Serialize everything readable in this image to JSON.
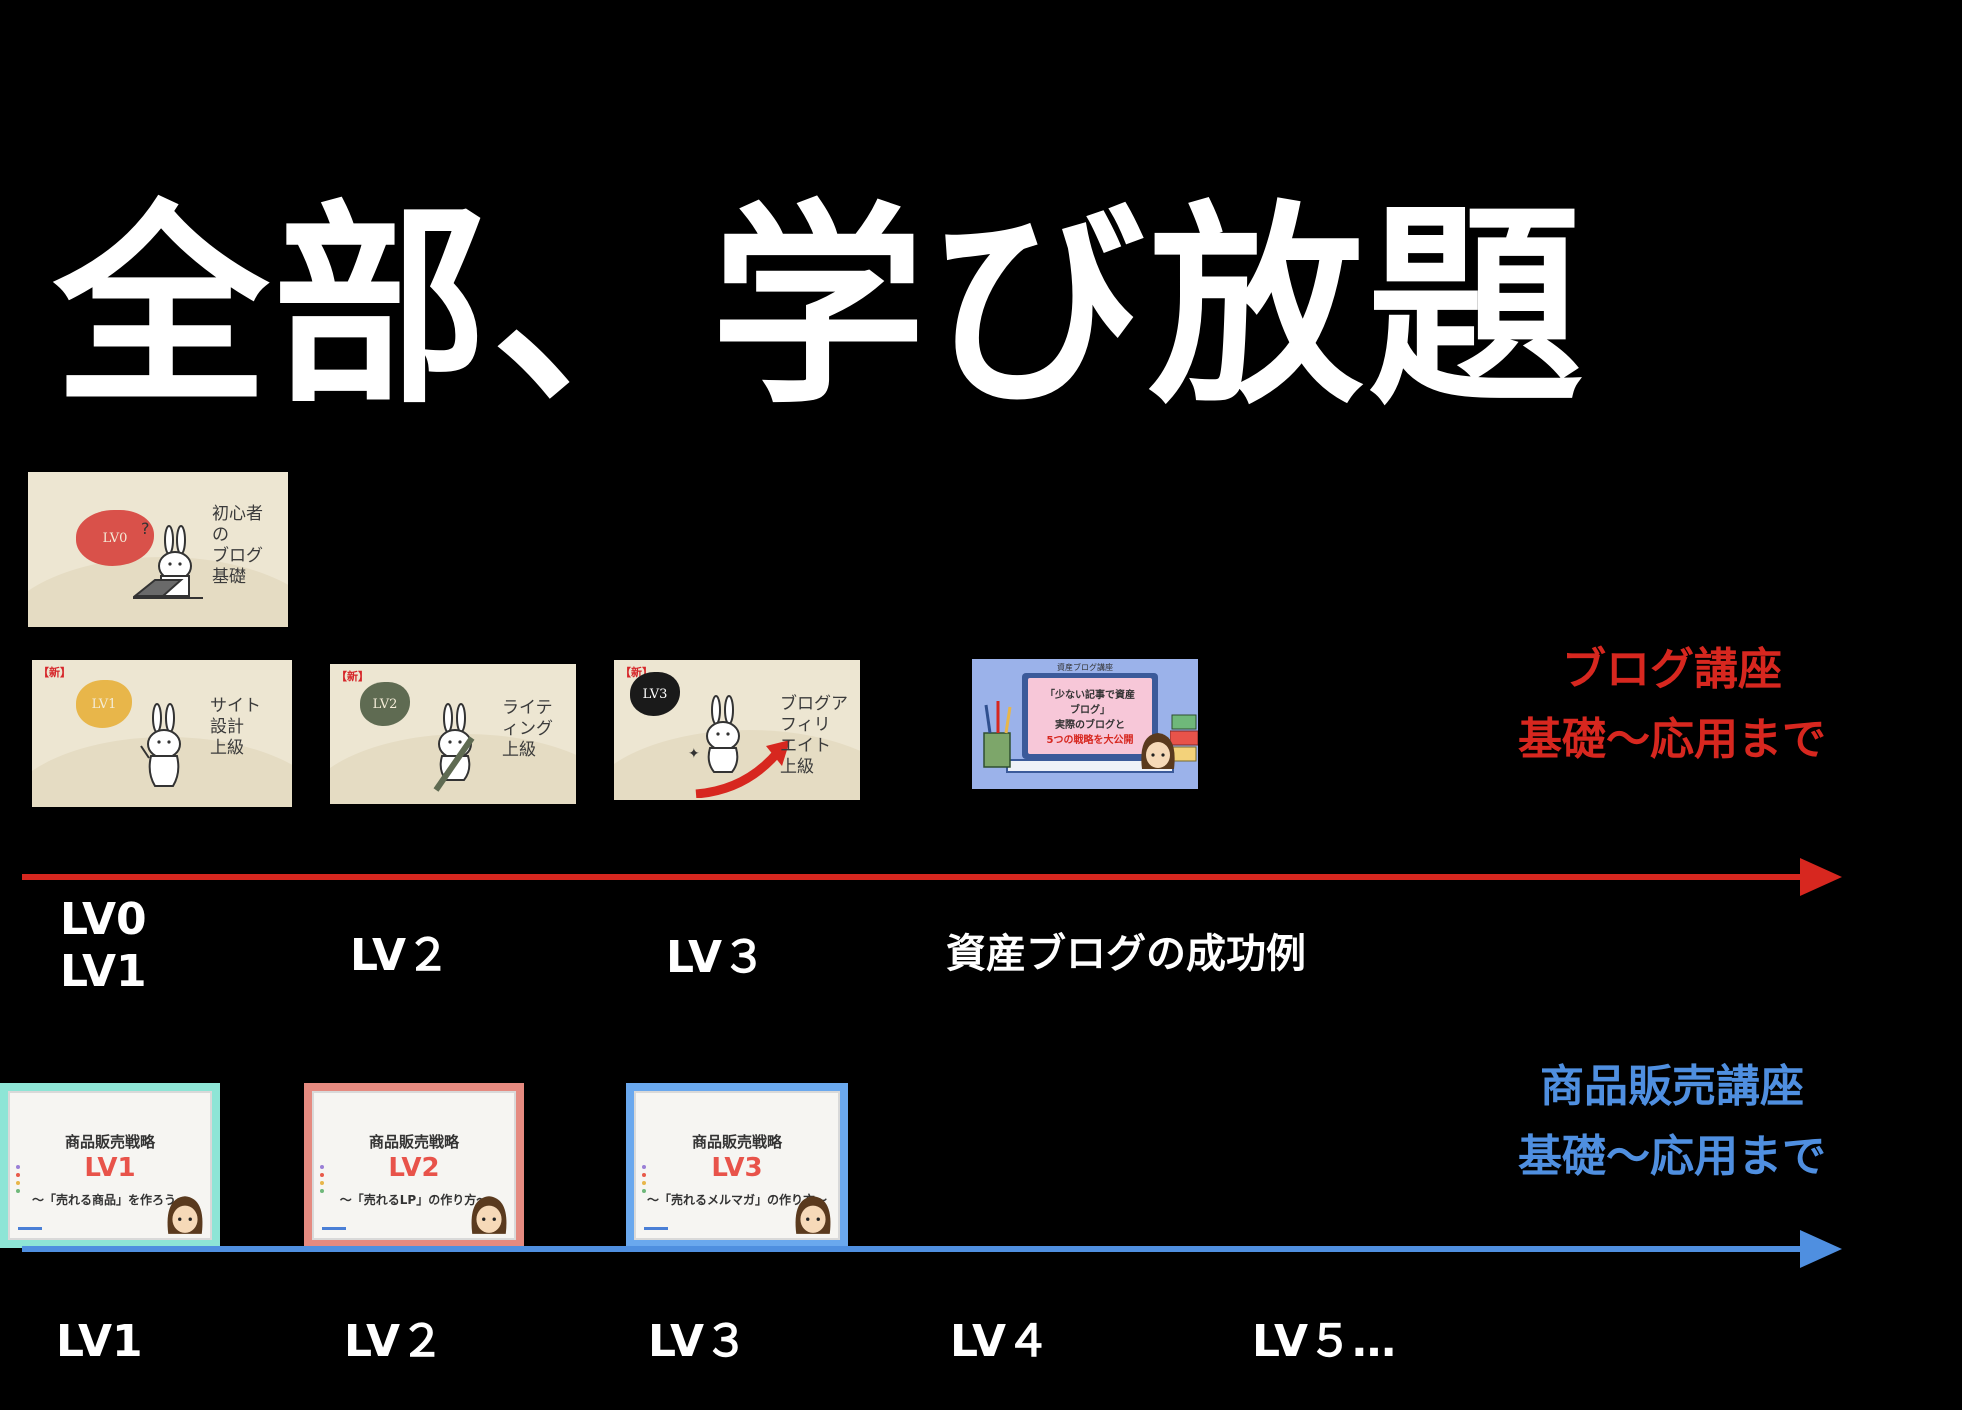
{
  "title": "全部、学び放題",
  "blog_course": {
    "name": "ブログ講座",
    "scope": "基礎〜応用まで",
    "color": "#d7271f",
    "thumbnails": [
      {
        "badge": "LV0",
        "text": "初心者\nの\nブログ\n基礎",
        "blob_color": "#d9514a",
        "new": ""
      },
      {
        "badge": "LV1",
        "text": "サイト\n設計\n上級",
        "blob_color": "#e8b64a",
        "new": "【新】"
      },
      {
        "badge": "LV2",
        "text": "ライテ\nィング\n上級",
        "blob_color": "#5f6b52",
        "new": "【新】"
      },
      {
        "badge": "LV3",
        "text": "ブログア\nフィリ\nエイト\n上級",
        "blob_color": "#1a1a1a",
        "new": "【新】"
      }
    ],
    "case_thumbnail": {
      "header": "資産ブログ講座",
      "line1": "「少ない記事で資産",
      "line2": "ブログ」",
      "line3": "実際のブログと",
      "line4": "5つの戦略を大公開"
    },
    "labels": [
      "LV0\nLV1",
      "LV２",
      "LV３",
      "資産ブログの成功例"
    ]
  },
  "product_course": {
    "name": "商品販売講座",
    "scope": "基礎〜応用まで",
    "color": "#4f8fe0",
    "thumbnails": [
      {
        "head": "商品販売戦略",
        "lv": "LV1",
        "sub": "〜「売れる商品」を作ろう〜",
        "frame_color": "#8ee5d6"
      },
      {
        "head": "商品販売戦略",
        "lv": "LV2",
        "sub": "〜「売れるLP」の作り方〜",
        "frame_color": "#e58a80"
      },
      {
        "head": "商品販売戦略",
        "lv": "LV3",
        "sub": "〜「売れるメルマガ」の作り方〜",
        "frame_color": "#6aa8ee"
      }
    ],
    "labels": [
      "LV1",
      "LV２",
      "LV３",
      "LV４",
      "LV５…"
    ]
  }
}
